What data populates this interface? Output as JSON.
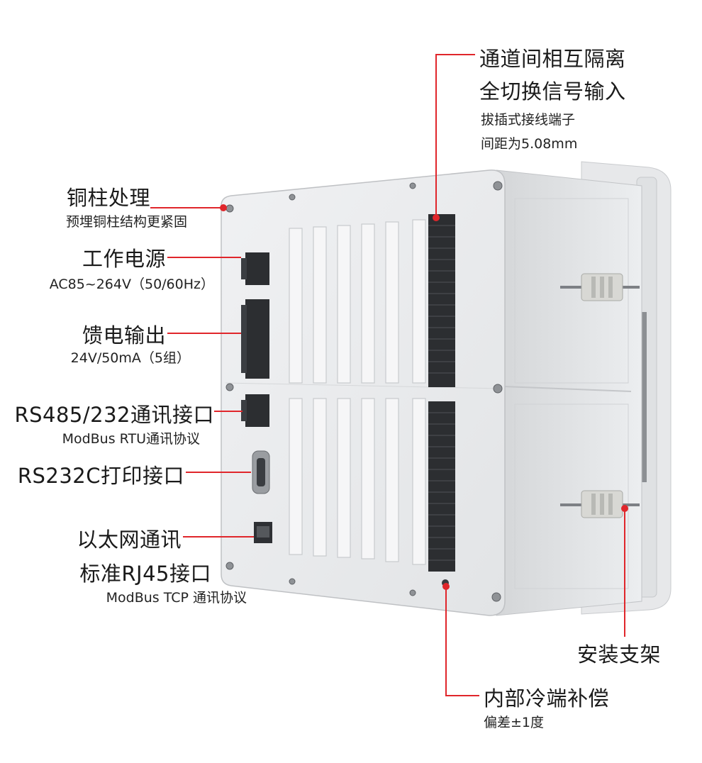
{
  "callouts": {
    "copper_pillar": {
      "title": "铜柱处理",
      "sub": "预埋铜柱结构更紧固"
    },
    "power": {
      "title": "工作电源",
      "sub": "AC85~264V（50/60Hz）"
    },
    "feed_output": {
      "title": "馈电输出",
      "sub": "24V/50mA（5组）"
    },
    "rs485": {
      "title": "RS485/232通讯接口",
      "sub": "ModBus RTU通讯协议"
    },
    "rs232c": {
      "title": "RS232C打印接口"
    },
    "ethernet": {
      "title1": "以太网通讯",
      "title2": "标准RJ45接口",
      "sub": "ModBus TCP 通讯协议"
    },
    "isolation": {
      "title1": "通道间相互隔离",
      "title2": "全切换信号输入",
      "sub1": "拔插式接线端子",
      "sub2": "间距为5.08mm"
    },
    "bracket": {
      "title": "安装支架"
    },
    "cold_junction": {
      "title": "内部冷端补偿",
      "sub": "偏差±1度"
    }
  },
  "colors": {
    "accent": "#e0262b",
    "case_front": "#e9eaec",
    "case_side": "#dcdee0",
    "terminal": "#2a2c2e"
  }
}
